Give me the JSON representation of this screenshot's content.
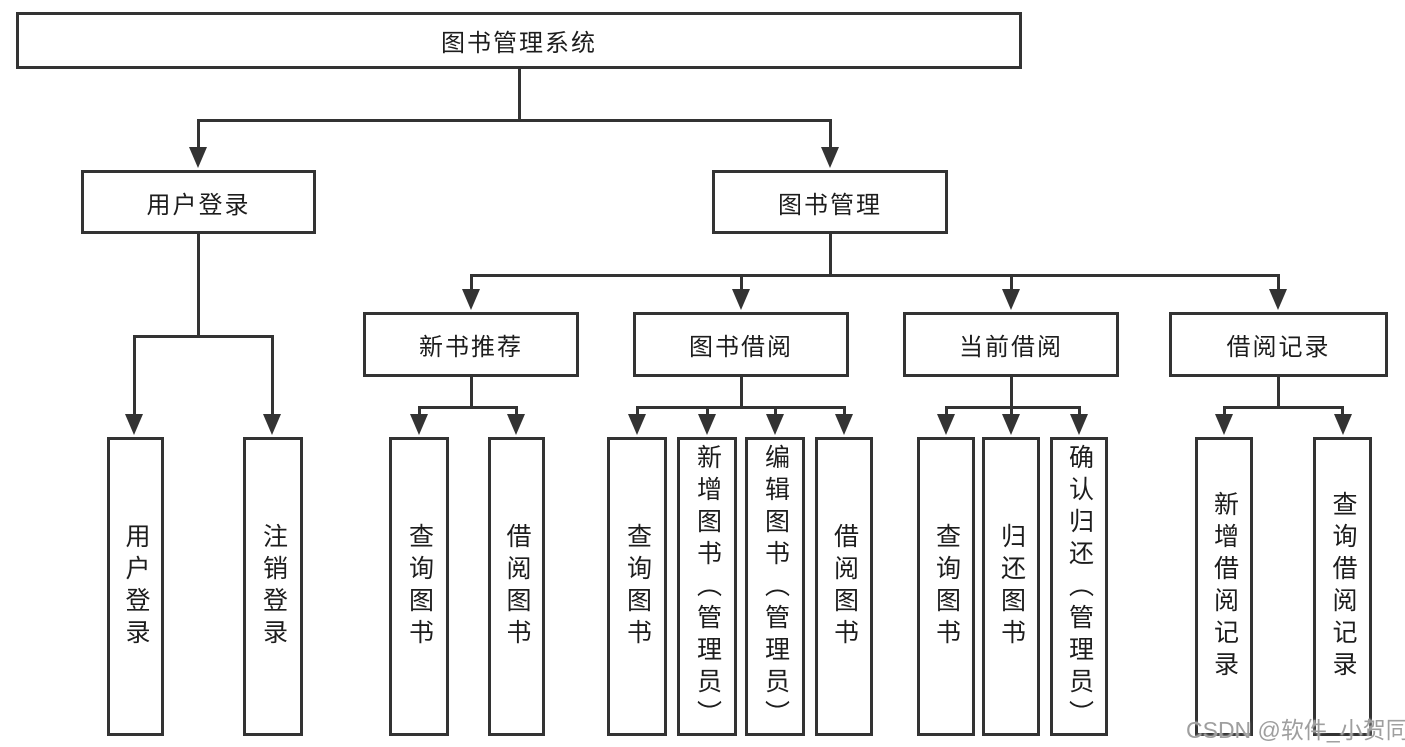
{
  "diagram_type": "hierarchy-tree",
  "colors": {
    "line": "#333333",
    "text": "#1d1d1d",
    "watermark": "#9f9f9f",
    "background": "#ffffff"
  },
  "tree": {
    "root": "图书管理系统",
    "children": [
      {
        "label": "用户登录",
        "children": [
          {
            "label": "用户登录"
          },
          {
            "label": "注销登录"
          }
        ]
      },
      {
        "label": "图书管理",
        "children": [
          {
            "label": "新书推荐",
            "children": [
              {
                "label": "查询图书"
              },
              {
                "label": "借阅图书"
              }
            ]
          },
          {
            "label": "图书借阅",
            "children": [
              {
                "label": "查询图书"
              },
              {
                "label": "新增图书（管理员）"
              },
              {
                "label": "编辑图书（管理员）"
              },
              {
                "label": "借阅图书"
              }
            ]
          },
          {
            "label": "当前借阅",
            "children": [
              {
                "label": "查询图书"
              },
              {
                "label": "归还图书"
              },
              {
                "label": "确认归还（管理员）"
              }
            ]
          },
          {
            "label": "借阅记录",
            "children": [
              {
                "label": "新增借阅记录"
              },
              {
                "label": "查询借阅记录"
              }
            ]
          }
        ]
      }
    ]
  },
  "watermark": "CSDN @软件_小贺同学"
}
